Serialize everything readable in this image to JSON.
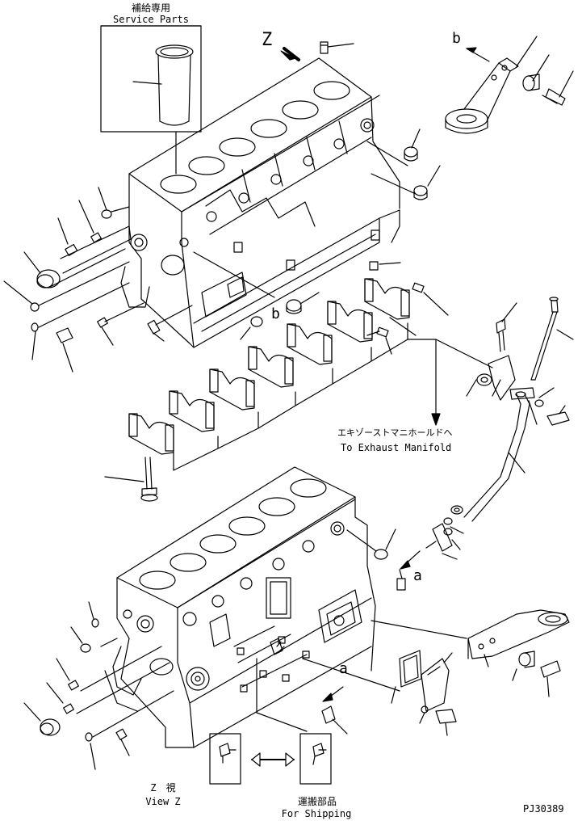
{
  "callouts": {
    "service_parts_jp": "補給専用",
    "service_parts_en": "Service Parts",
    "exhaust_jp": "エキゾーストマニホールドへ",
    "exhaust_en": "To Exhaust Manifold",
    "view_z_jp": "Z　視",
    "view_z_en": "View Z",
    "shipping_jp": "運搬部品",
    "shipping_en": "For Shipping"
  },
  "markers": {
    "z": "Z",
    "b_top": "b",
    "b_mid": "b",
    "a_right": "a",
    "a_lower": "a"
  },
  "drawing_id": "PJ30389",
  "colors": {
    "ink": "#000000",
    "paper": "#ffffff"
  }
}
